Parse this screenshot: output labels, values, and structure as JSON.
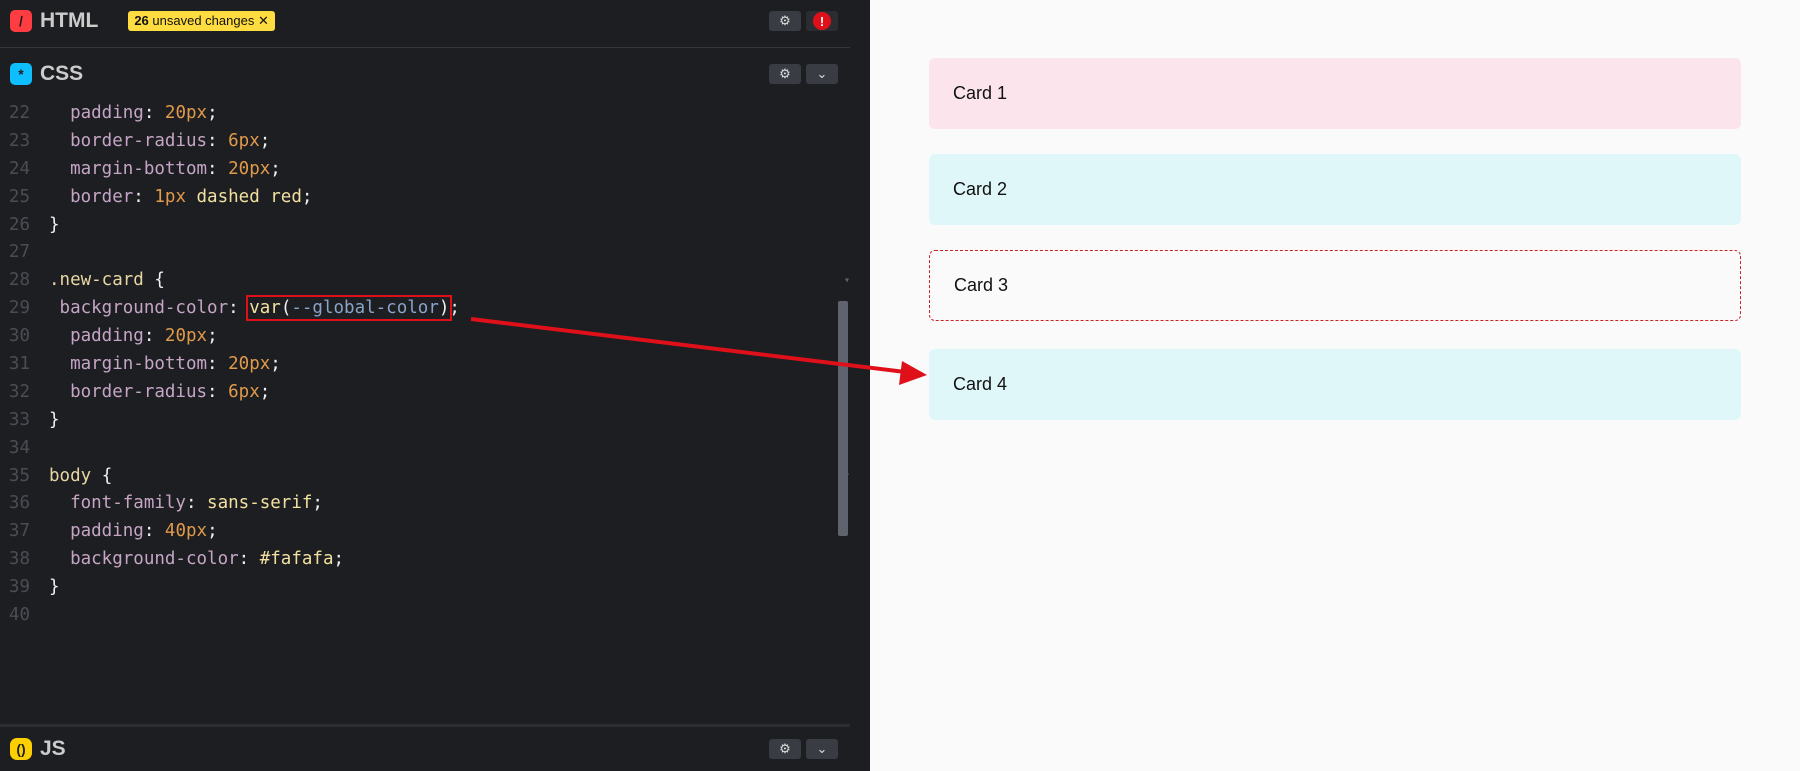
{
  "html_panel": {
    "title": "HTML",
    "badge_count": "26",
    "badge_text": "unsaved changes",
    "badge_close": "✕",
    "icon": "slash-icon",
    "alert": "!",
    "gear": "⚙"
  },
  "css_panel": {
    "title": "CSS",
    "icon": "asterisk-icon",
    "gear": "⚙",
    "collapse": "⌄"
  },
  "js_panel": {
    "title": "JS",
    "icon": "braces-icon",
    "gear": "⚙",
    "collapse": "⌄"
  },
  "code_lines": [
    {
      "n": "22",
      "t": [
        [
          "p",
          "  padding"
        ],
        [
          "w",
          ": "
        ],
        [
          "n",
          "20px"
        ],
        [
          "w",
          ";"
        ]
      ]
    },
    {
      "n": "23",
      "t": [
        [
          "p",
          "  border-radius"
        ],
        [
          "w",
          ": "
        ],
        [
          "n",
          "6px"
        ],
        [
          "w",
          ";"
        ]
      ]
    },
    {
      "n": "24",
      "t": [
        [
          "p",
          "  margin-bottom"
        ],
        [
          "w",
          ": "
        ],
        [
          "n",
          "20px"
        ],
        [
          "w",
          ";"
        ]
      ]
    },
    {
      "n": "25",
      "t": [
        [
          "p",
          "  border"
        ],
        [
          "w",
          ": "
        ],
        [
          "n",
          "1px"
        ],
        [
          "s",
          " dashed red"
        ],
        [
          "w",
          ";"
        ]
      ]
    },
    {
      "n": "26",
      "t": [
        [
          "w",
          "}"
        ]
      ]
    },
    {
      "n": "27",
      "t": []
    },
    {
      "n": "28",
      "fold": true,
      "t": [
        [
          "v",
          ".new-card "
        ],
        [
          "w",
          "{"
        ]
      ]
    },
    {
      "n": "29",
      "t": [
        [
          "p",
          " background-color"
        ],
        [
          "w",
          ": "
        ],
        [
          "hl",
          "var(--global-color)"
        ],
        [
          "w",
          ";"
        ]
      ]
    },
    {
      "n": "30",
      "t": [
        [
          "p",
          "  padding"
        ],
        [
          "w",
          ": "
        ],
        [
          "n",
          "20px"
        ],
        [
          "w",
          ";"
        ]
      ]
    },
    {
      "n": "31",
      "t": [
        [
          "p",
          "  margin-bottom"
        ],
        [
          "w",
          ": "
        ],
        [
          "n",
          "20px"
        ],
        [
          "w",
          ";"
        ]
      ]
    },
    {
      "n": "32",
      "t": [
        [
          "p",
          "  border-radius"
        ],
        [
          "w",
          ": "
        ],
        [
          "n",
          "6px"
        ],
        [
          "w",
          ";"
        ]
      ]
    },
    {
      "n": "33",
      "t": [
        [
          "w",
          "}"
        ]
      ]
    },
    {
      "n": "34",
      "t": []
    },
    {
      "n": "35",
      "fold": true,
      "t": [
        [
          "v",
          "body "
        ],
        [
          "w",
          "{"
        ]
      ]
    },
    {
      "n": "36",
      "t": [
        [
          "p",
          "  font-family"
        ],
        [
          "w",
          ": "
        ],
        [
          "s",
          "sans-serif"
        ],
        [
          "w",
          ";"
        ]
      ]
    },
    {
      "n": "37",
      "t": [
        [
          "p",
          "  padding"
        ],
        [
          "w",
          ": "
        ],
        [
          "n",
          "40px"
        ],
        [
          "w",
          ";"
        ]
      ]
    },
    {
      "n": "38",
      "t": [
        [
          "p",
          "  background-color"
        ],
        [
          "w",
          ": "
        ],
        [
          "s",
          "#fafafa"
        ],
        [
          "w",
          ";"
        ]
      ]
    },
    {
      "n": "39",
      "t": [
        [
          "w",
          "}"
        ]
      ]
    },
    {
      "n": "40",
      "t": []
    }
  ],
  "preview": {
    "cards": [
      {
        "label": "Card 1",
        "bg": "#fce4ec",
        "border": "none"
      },
      {
        "label": "Card 2",
        "bg": "#e0f7fa",
        "border": "none"
      },
      {
        "label": "Card 3",
        "bg": "#fafafa",
        "border": "1px dashed red"
      },
      {
        "label": "Card 4",
        "bg": "#e0f7fa",
        "border": "none"
      }
    ]
  },
  "annotation": {
    "color": "#e0101a"
  }
}
